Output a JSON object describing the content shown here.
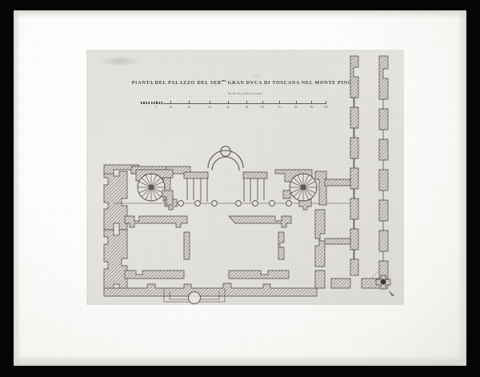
{
  "artifact": {
    "kind": "antique-engraving-photograph",
    "medium": "copperplate engraving on laid paper, photographed on black backing",
    "subject": "ground-floor plan of the Villa Medici",
    "orientation": "landscape"
  },
  "plate": {
    "title_main": "PIANTA DEL PALAZZO DEL SER",
    "title_superscript": "mo",
    "title_rest": "GRAN DVCA DI TOSCANA NEL MONTE PINCIO",
    "title_full": "PIANTA DEL PALAZZO DEL SER.mo GRAN DVCA DI TOSCANA NEL MONTE PINCIO",
    "scale_caption": "Scala di palmi romani",
    "plate_tone": "#e4e2dd",
    "ink_color": "#3a3732",
    "paper_color": "#fdfdfc",
    "mount_color": "#050505"
  },
  "scale_bar": {
    "caption": "Scala di palmi romani",
    "unit": "palmi",
    "ticks": [
      {
        "label": "5",
        "pos": 0.08
      },
      {
        "label": "10",
        "pos": 0.16
      },
      {
        "label": "20",
        "pos": 0.26
      },
      {
        "label": "30",
        "pos": 0.37
      },
      {
        "label": "40",
        "pos": 0.47
      },
      {
        "label": "50",
        "pos": 0.57
      },
      {
        "label": "60",
        "pos": 0.655
      },
      {
        "label": "70",
        "pos": 0.745
      },
      {
        "label": "80",
        "pos": 0.835
      },
      {
        "label": "90",
        "pos": 0.92
      },
      {
        "label": "100",
        "pos": 0.995
      }
    ]
  },
  "plan_features": [
    {
      "name": "entrance-loggia",
      "label": "central arched entrance loggia",
      "location": "top-center"
    },
    {
      "name": "colonnade-front",
      "label": "row of columns along front facade",
      "location": "top"
    },
    {
      "name": "spiral-staircase-left",
      "label": "spiral staircase",
      "location": "upper-left quadrant"
    },
    {
      "name": "spiral-staircase-right",
      "label": "spiral staircase",
      "location": "upper-right quadrant"
    },
    {
      "name": "cortile",
      "label": "central courtyard",
      "location": "center"
    },
    {
      "name": "east-gallery-wing",
      "label": "long galleried wing",
      "location": "right"
    },
    {
      "name": "garden-basin",
      "label": "circular basin",
      "location": "bottom-center"
    },
    {
      "name": "engraver-flourish",
      "label": "engraver's flourish mark",
      "location": "bottom-right"
    }
  ]
}
